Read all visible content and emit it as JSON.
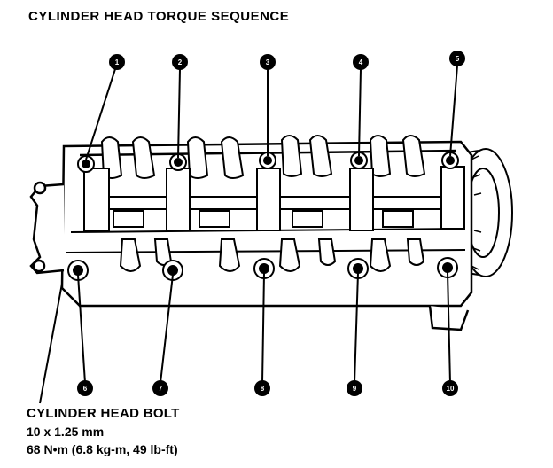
{
  "title": "CYLINDER HEAD TORQUE SEQUENCE",
  "bolt_spec": {
    "name": "CYLINDER HEAD BOLT",
    "size": "10 x 1.25 mm",
    "torque": "68 N•m (6.8 kg-m, 49 lb-ft)"
  },
  "sequence": [
    {
      "number": "1",
      "row": "top",
      "column": 1
    },
    {
      "number": "2",
      "row": "top",
      "column": 2
    },
    {
      "number": "3",
      "row": "top",
      "column": 3
    },
    {
      "number": "4",
      "row": "top",
      "column": 4
    },
    {
      "number": "5",
      "row": "top",
      "column": 5
    },
    {
      "number": "6",
      "row": "bottom",
      "column": 1
    },
    {
      "number": "7",
      "row": "bottom",
      "column": 2
    },
    {
      "number": "8",
      "row": "bottom",
      "column": 3
    },
    {
      "number": "9",
      "row": "bottom",
      "column": 4
    },
    {
      "number": "10",
      "row": "bottom",
      "column": 5
    }
  ]
}
